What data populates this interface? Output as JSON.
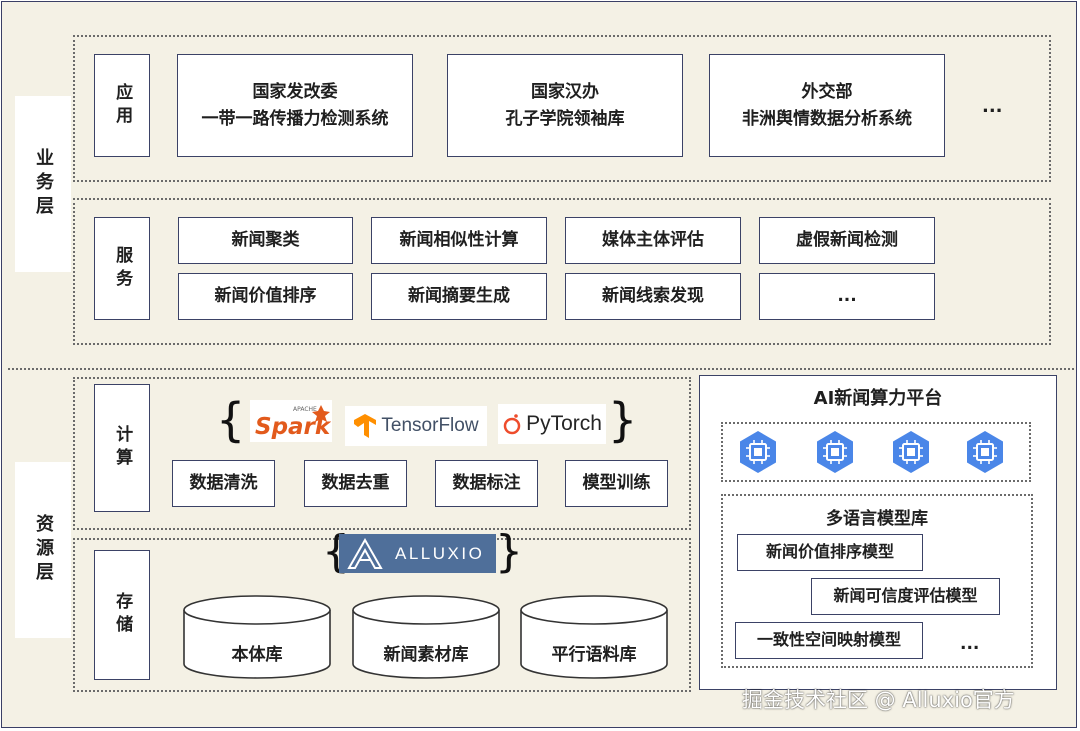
{
  "layers": {
    "business": "业务层",
    "resource": "资源层"
  },
  "application": {
    "label": "应用",
    "systems": [
      {
        "org": "国家发改委",
        "name": "一带一路传播力检测系统"
      },
      {
        "org": "国家汉办",
        "name": "孔子学院领袖库"
      },
      {
        "org": "外交部",
        "name": "非洲舆情数据分析系统"
      }
    ],
    "more": "..."
  },
  "service": {
    "label": "服务",
    "items": [
      "新闻聚类",
      "新闻相似性计算",
      "媒体主体评估",
      "虚假新闻检测",
      "新闻价值排序",
      "新闻摘要生成",
      "新闻线索发现",
      "..."
    ]
  },
  "compute": {
    "label": "计算",
    "frameworks": [
      "Spark",
      "TensorFlow",
      "PyTorch"
    ],
    "spark_tag": "APACHE",
    "tasks": [
      "数据清洗",
      "数据去重",
      "数据标注",
      "模型训练"
    ]
  },
  "storage": {
    "label": "存储",
    "layer_product": "ALLUXIO",
    "databases": [
      "本体库",
      "新闻素材库",
      "平行语料库"
    ]
  },
  "ai_platform": {
    "title": "AI新闻算力平台",
    "chip_icon": "processor-chip-icon",
    "chip_color": "#4a86e8",
    "model_library": {
      "title": "多语言模型库",
      "models": [
        "新闻价值排序模型",
        "新闻可信度评估模型",
        "一致性空间映射模型"
      ],
      "more": "..."
    }
  },
  "watermark": "掘金技术社区 @ Alluxio官方"
}
